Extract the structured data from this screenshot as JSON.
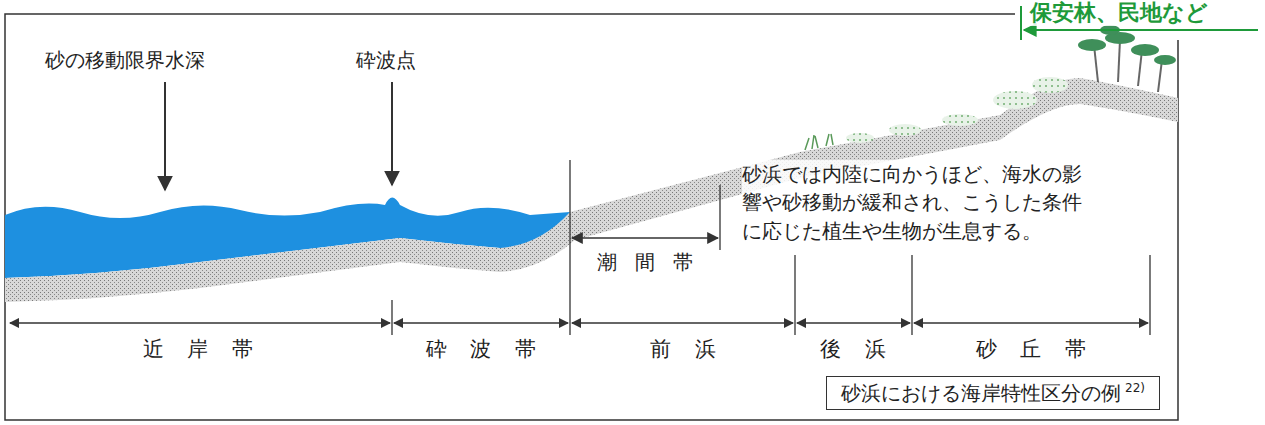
{
  "diagram": {
    "caption": "砂浜における海岸特性区分の例",
    "labels": [
      "保安林、民地など",
      "砂の移動限界水深",
      "砕波点",
      "潮間帯",
      "砂浜では内陸に向かうほど、海水の影響や砂移動が緩和され、こうした条件に応じた植生や生物が生息する。",
      "近岸帯",
      "砕波帯",
      "前浜",
      "後浜",
      "砂丘帯",
      "22)"
    ]
  }
}
